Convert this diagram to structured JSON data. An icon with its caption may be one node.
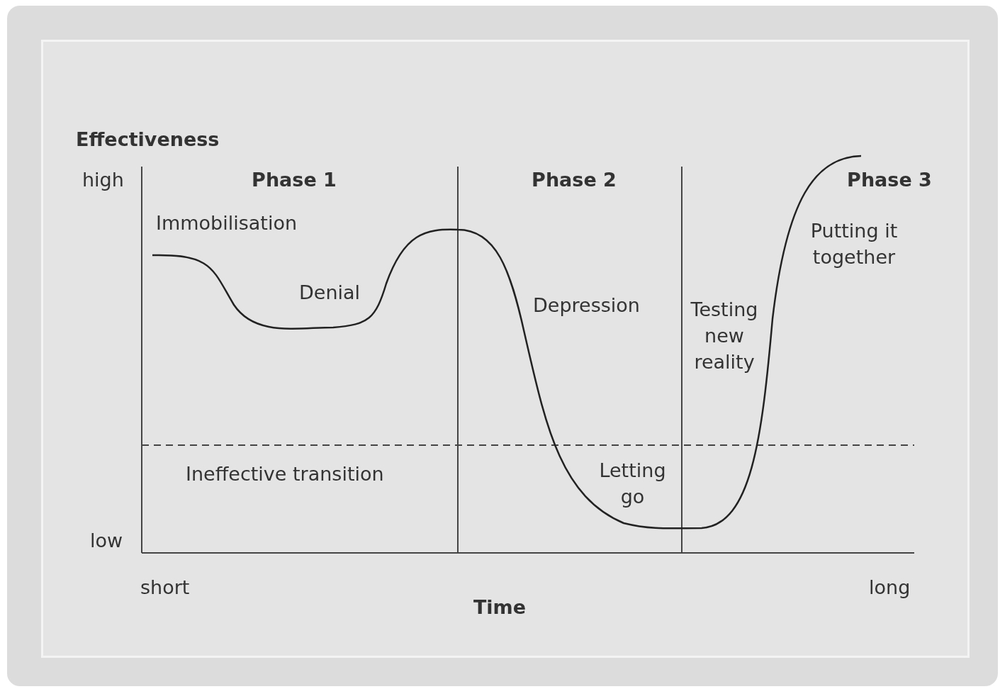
{
  "diagram": {
    "labels": [
      "Effectiveness",
      "high",
      "Phase 1",
      "Phase 2",
      "Phase 3",
      "Putting it together",
      "Immobilisation",
      "Denial",
      "Depression",
      "Testing new reality",
      "Ineffective transition",
      "Letting go",
      "low",
      "short",
      "long",
      "Time"
    ]
  }
}
